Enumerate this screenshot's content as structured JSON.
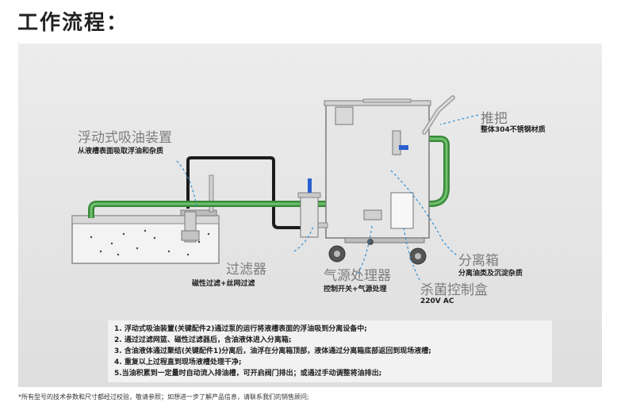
{
  "title": "工作流程：",
  "labels": {
    "float_device": {
      "title": "浮动式吸油装置",
      "desc": "从液槽表面吸取浮油和杂质"
    },
    "handle": {
      "title": "推把",
      "desc": "整体304不锈钢材质"
    },
    "filter": {
      "title": "过滤器",
      "desc": "磁性过滤+丝网过滤"
    },
    "air_source": {
      "title": "气源处理器",
      "desc": "控制开关+气源处理"
    },
    "separation_tank": {
      "title": "分离箱",
      "desc": "分离油类及沉淀杂质"
    },
    "sterilizer": {
      "title": "杀菌控制盒",
      "desc": "220V AC"
    }
  },
  "steps": [
    "1. 浮动式吸油装置(关键配件2)通过泵的运行将液槽表面的浮油吸到分离设备中;",
    "2. 通过过滤网篮、磁性过滤器后，含油液体进入分离箱;",
    "3. 含油液体通过聚结(关键配件1)分离后，油浮在分离箱顶部，液体通过分离箱底部返回到现场液槽;",
    "4. 重复以上过程直到现场液槽处理干净;",
    "5.当油积累到一定量时自动流入排油槽，可开启阀门排出；或通过手动调整将油排出;"
  ],
  "footnote": "*所有型号的技术参数和尺寸都经过校验，敬请参照；如想进一步了解产品信息，请联系我们的销售顾问;"
}
